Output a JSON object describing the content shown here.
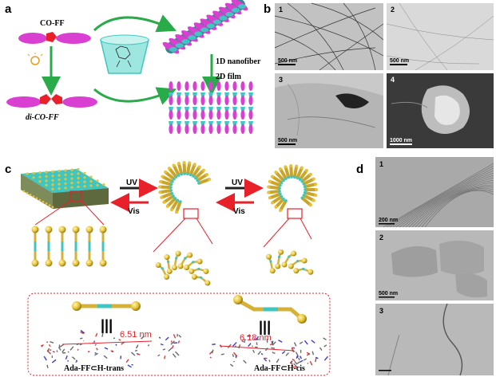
{
  "panel_a": {
    "label": "a",
    "co_ff": "CO-FF",
    "di_co_ff": "di-CO-FF",
    "nanofiber": "1D nanofiber",
    "film": "2D film"
  },
  "panel_b": {
    "label": "b",
    "tiles": [
      {
        "num": "1",
        "scale": "500 nm"
      },
      {
        "num": "2",
        "scale": "500 nm"
      },
      {
        "num": "3",
        "scale": "500 nm"
      },
      {
        "num": "4",
        "scale": "1000 nm"
      }
    ]
  },
  "panel_c": {
    "label": "c",
    "uv1": "UV",
    "vis1": "Vis",
    "uv2": "UV",
    "vis2": "Vis",
    "trans_name": "Ada-FF⊂H-trans",
    "cis_name": "Ada-FF⊂H-cis",
    "trans_dist": "6.51 nm",
    "cis_dist": "6.18 nm",
    "bars": "|||"
  },
  "panel_d": {
    "label": "d",
    "tiles": [
      {
        "num": "1",
        "scale": "200 nm"
      },
      {
        "num": "2",
        "scale": "500 nm"
      },
      {
        "num": "3",
        "scale": ""
      }
    ]
  },
  "colors": {
    "magenta": "#d93fd0",
    "red": "#e8202a",
    "green": "#2aab4a",
    "teal": "#3fc6c0",
    "gold": "#e6c23a"
  }
}
